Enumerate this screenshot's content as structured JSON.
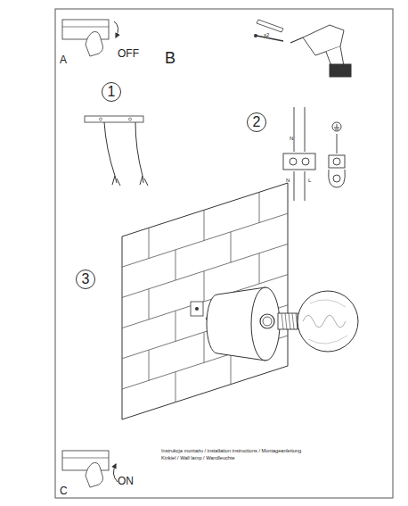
{
  "diagram": {
    "nodes": [
      {
        "text": [
          "A",
          "OFF"
        ]
      },
      {
        "text": [
          "x2"
        ]
      },
      {
        "text": [
          "1"
        ]
      },
      {
        "text": [
          "2"
        ]
      },
      {
        "text": [
          "3"
        ]
      },
      {
        "text": [
          "C",
          "ON"
        ]
      }
    ],
    "labels": [
      "B",
      "N",
      "N",
      "L",
      "Instrukcja montażu / installation instructions / Montageanleitung",
      "Kinkiel / Wall lamp / Wandleuchte"
    ]
  }
}
